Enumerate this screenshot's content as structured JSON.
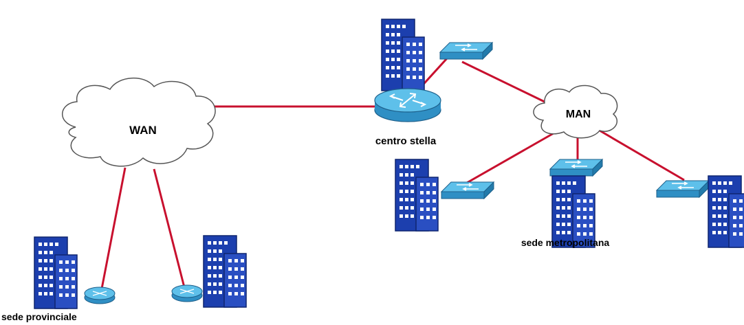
{
  "labels": {
    "wan": "WAN",
    "man": "MAN",
    "hub": "centro stella",
    "provincial": "sede provinciale",
    "metro": "sede metropolitana"
  },
  "colors": {
    "link": "#c8102e",
    "building": "#1c3fae",
    "building_dark": "#0f256f",
    "window": "#ffffff",
    "device_top": "#5ec0ea",
    "device_side": "#2f8fc4",
    "device_edge": "#1d5f8a",
    "router": "#4aa8dc",
    "cloud_stroke": "#555555"
  }
}
